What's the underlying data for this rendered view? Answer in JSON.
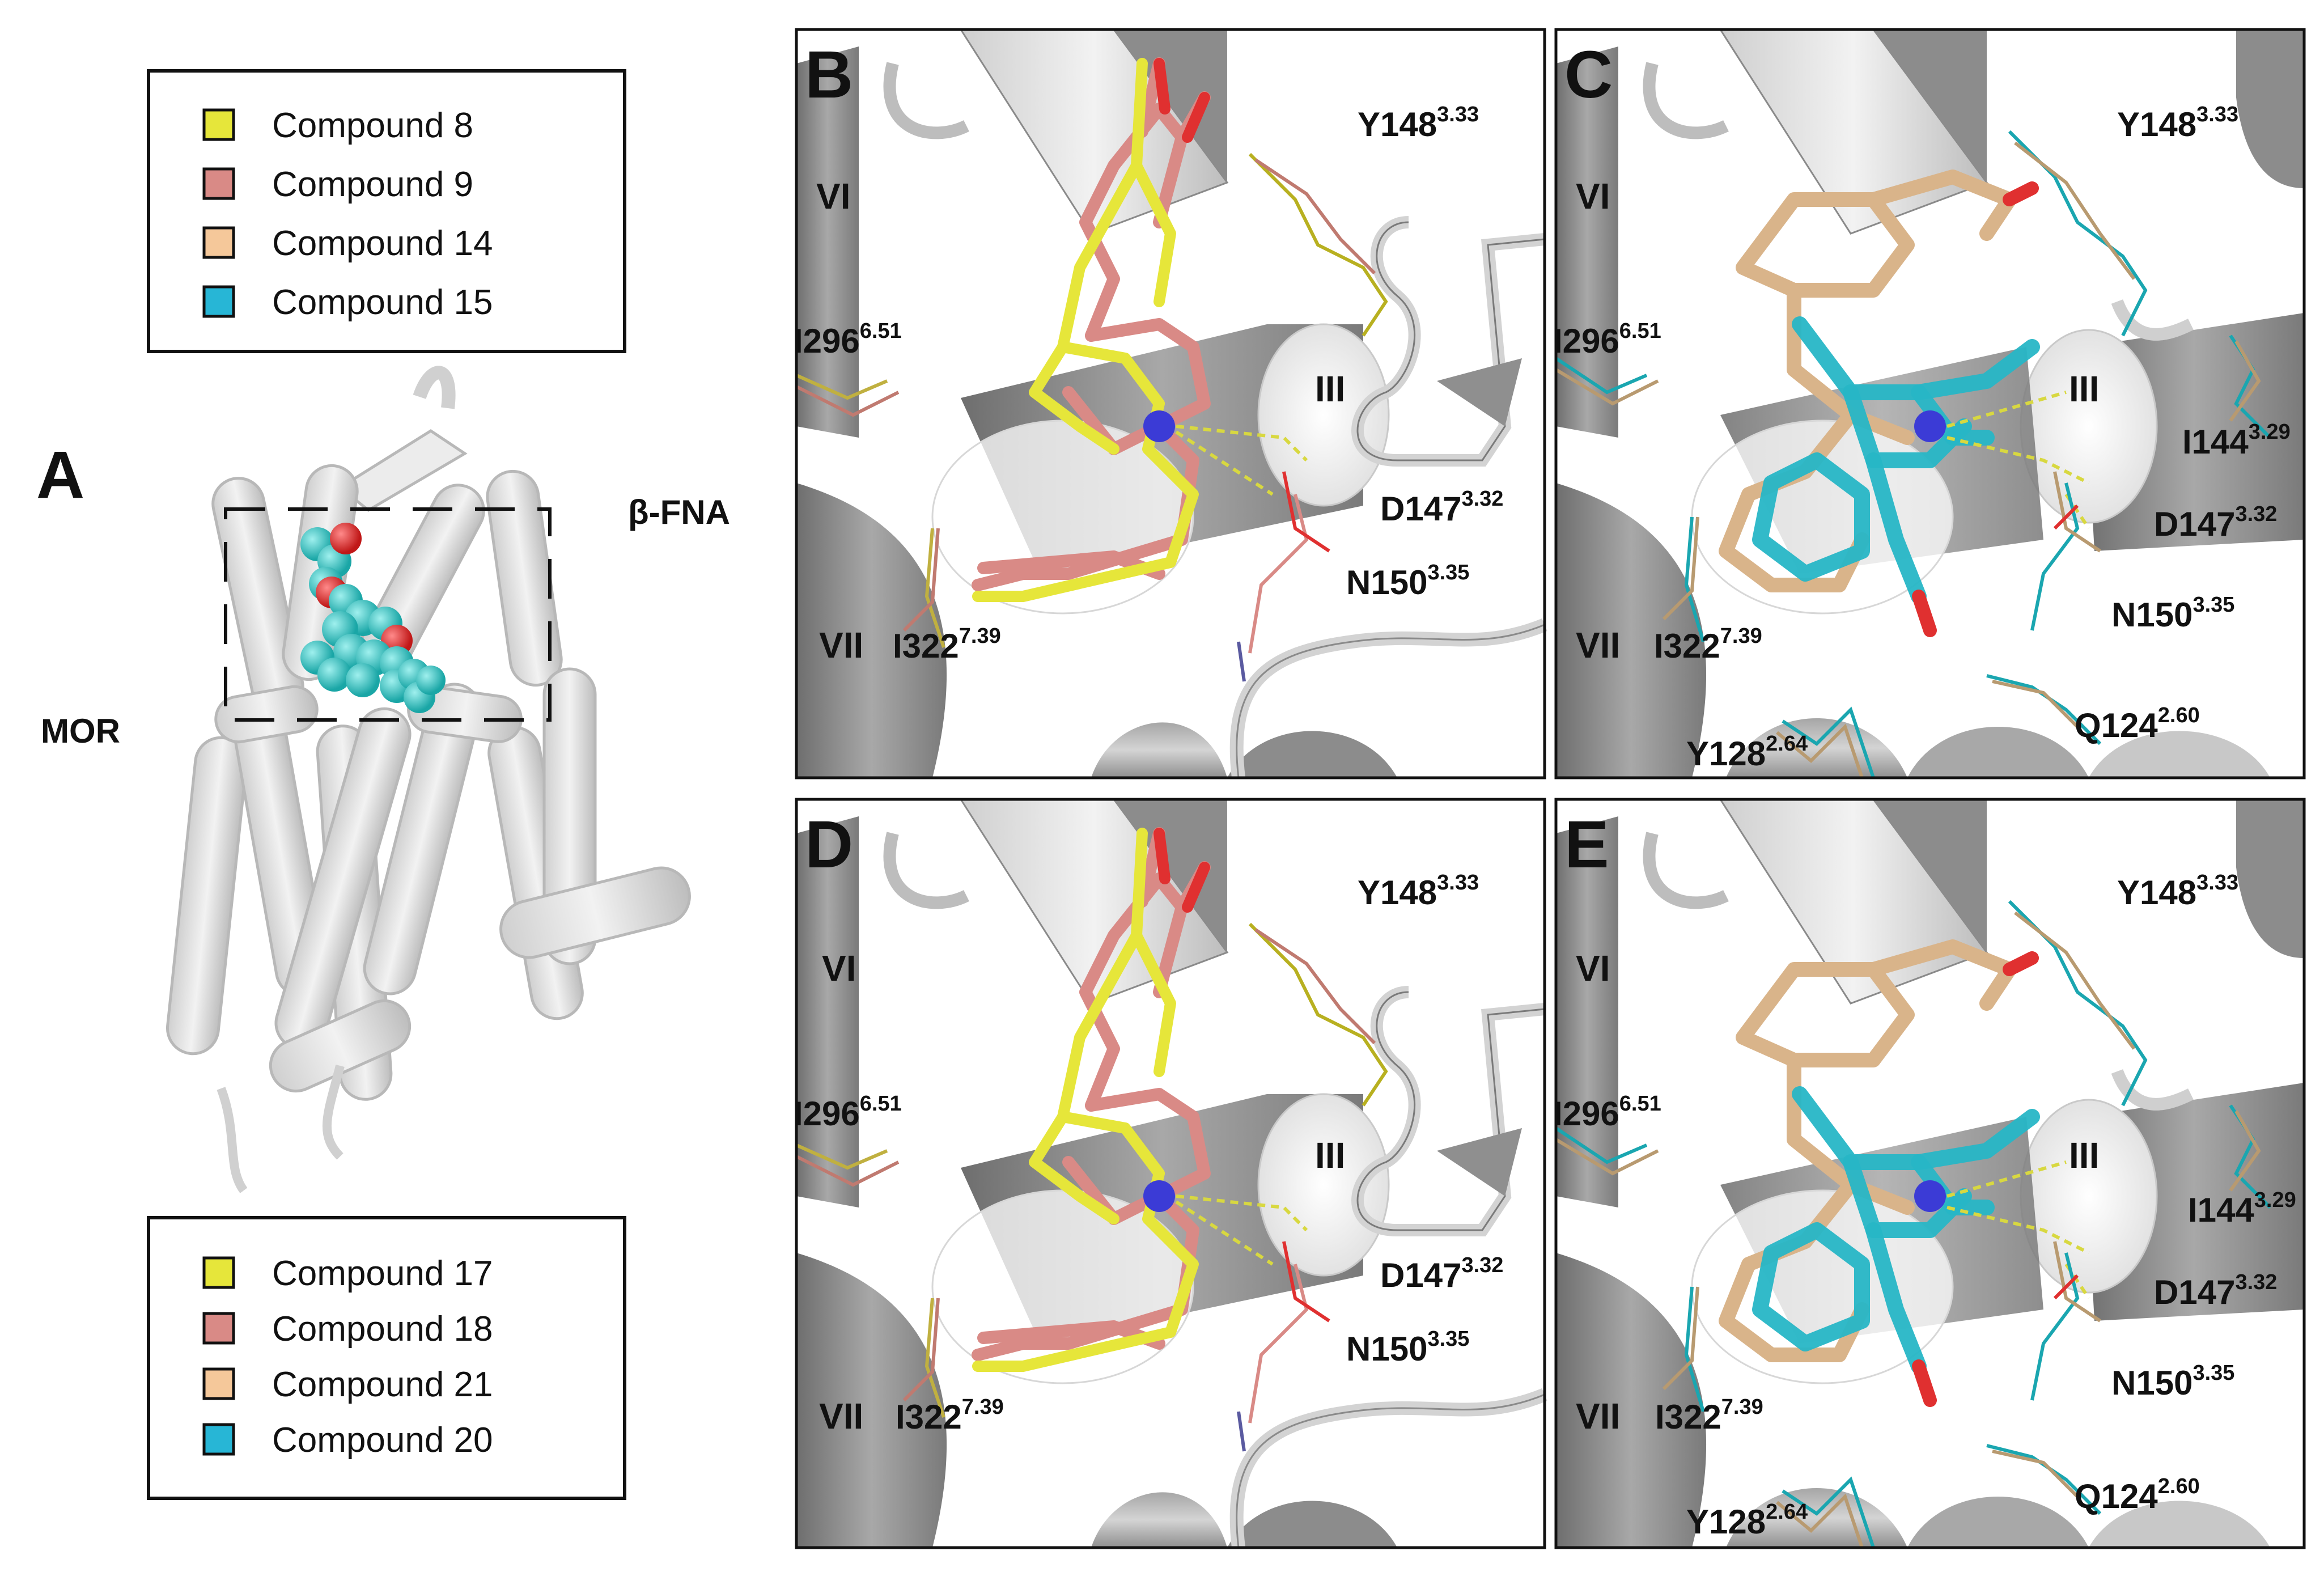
{
  "legend_top": {
    "entries": [
      {
        "label": "Compound 8",
        "color": "#e6e63a"
      },
      {
        "label": "Compound 9",
        "color": "#d98a86"
      },
      {
        "label": "Compound 14",
        "color": "#f5c89a"
      },
      {
        "label": "Compound 15",
        "color": "#27b6d6"
      }
    ]
  },
  "legend_bottom": {
    "entries": [
      {
        "label": "Compound 17",
        "color": "#e6e63a"
      },
      {
        "label": "Compound 18",
        "color": "#d98a86"
      },
      {
        "label": "Compound 21",
        "color": "#f5c89a"
      },
      {
        "label": "Compound 20",
        "color": "#27b6d6"
      }
    ]
  },
  "panel_a": {
    "letter": "A",
    "label_ligand": "β-FNA",
    "label_receptor": "MOR"
  },
  "panels": [
    {
      "letter": "B",
      "style": "yellow-salmon"
    },
    {
      "letter": "C",
      "style": "tan-cyan"
    },
    {
      "letter": "D",
      "style": "yellow-salmon"
    },
    {
      "letter": "E",
      "style": "tan-cyan"
    }
  ],
  "helix_labels": {
    "vi": "VI",
    "vii": "VII",
    "iii": "III"
  },
  "residues": {
    "y148": {
      "name": "Y148",
      "bw": "3.33"
    },
    "i296": {
      "name": "I296",
      "bw": "6.51"
    },
    "d147": {
      "name": "D147",
      "bw": "3.32"
    },
    "n150": {
      "name": "N150",
      "bw": "3.35"
    },
    "i322": {
      "name": "I322",
      "bw": "7.39"
    },
    "i144": {
      "name": "I144",
      "bw": "3.29"
    },
    "q124": {
      "name": "Q124",
      "bw": "2.60"
    },
    "y128": {
      "name": "Y128",
      "bw": "2.64"
    }
  },
  "colors": {
    "yellow": "#e6e63a",
    "salmon": "#d98a86",
    "tan": "#d9b48a",
    "cyan": "#27b6c6",
    "helix_gray": "#9a9a9a",
    "nitrogen": "#3b3bd6",
    "oxygen": "#e03030"
  }
}
